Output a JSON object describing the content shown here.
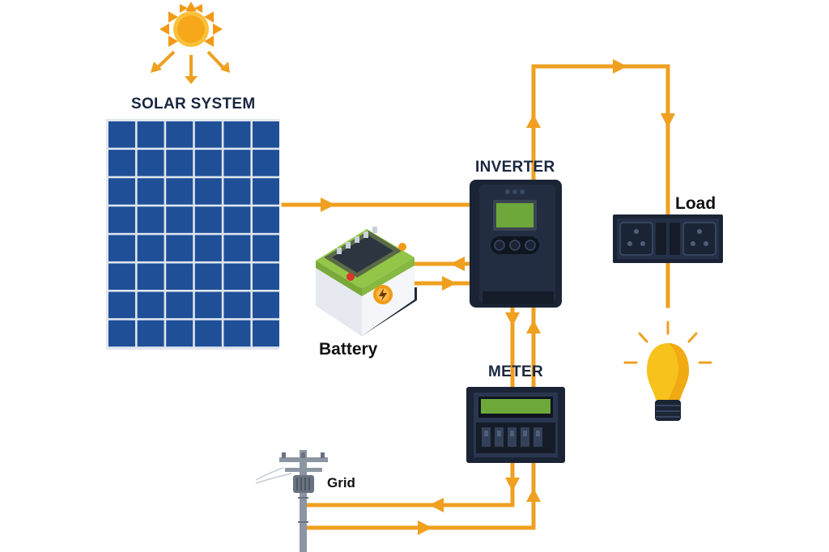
{
  "labels": {
    "solar": "SOLAR SYSTEM",
    "inverter": "INVERTER",
    "meter": "METER",
    "battery": "Battery",
    "load": "Load",
    "grid": "Grid"
  },
  "colors": {
    "wire": "#efa020",
    "panel_cell": "#1f4f97",
    "panel_frame": "#dfe6ef",
    "device_dark": "#1b2435",
    "screen_green": "#6ea83a",
    "battery_green": "#93c548",
    "battery_body": "#e9edf3",
    "sun": "#f7b21a",
    "bulb": "#f7c21b",
    "label_dark": "#1a2740"
  },
  "icons": [
    "sun-icon",
    "solar-panel-icon",
    "battery-icon",
    "inverter-icon",
    "meter-icon",
    "socket-panel-icon",
    "light-bulb-icon",
    "utility-pole-icon"
  ]
}
